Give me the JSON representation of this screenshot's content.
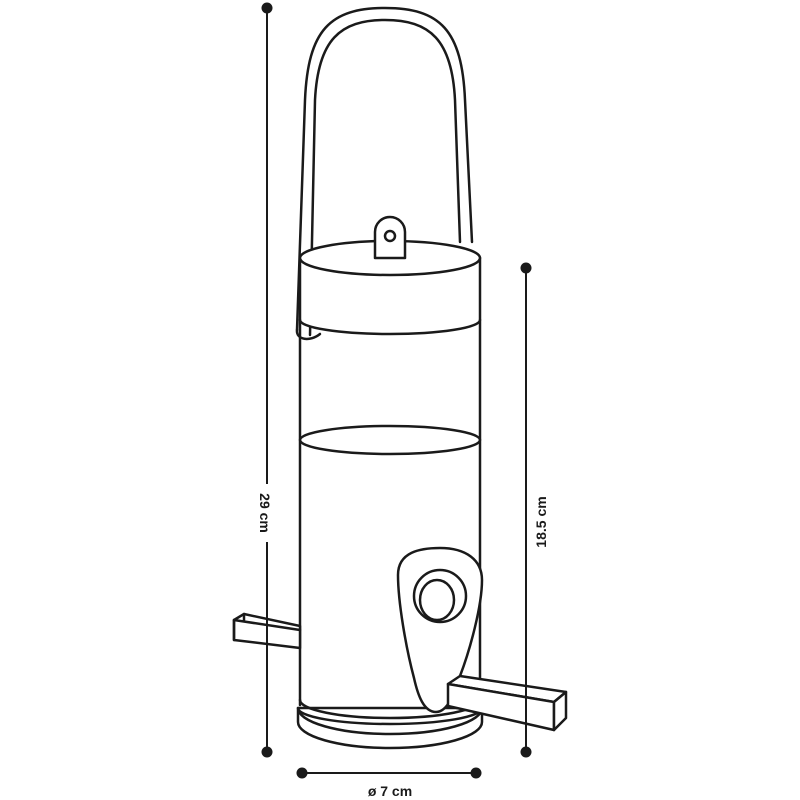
{
  "dimensions": {
    "total_height": "29 cm",
    "tube_height": "18.5 cm",
    "diameter": "ø 7 cm"
  },
  "colors": {
    "stroke": "#1a1a1a",
    "background": "#ffffff"
  }
}
